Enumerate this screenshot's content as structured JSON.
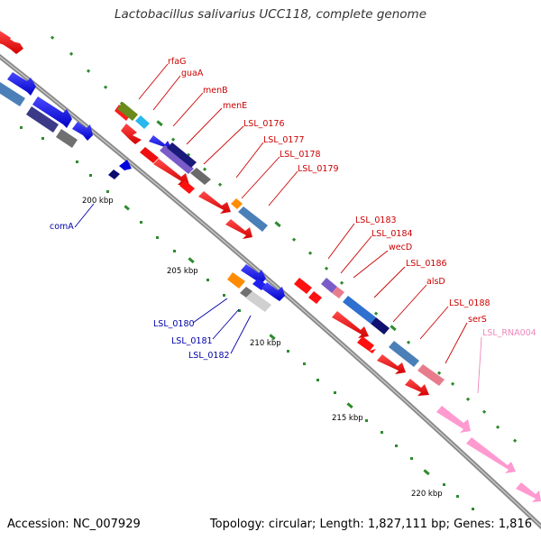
{
  "title": "Lactobacillus salivarius UCC118, complete genome",
  "footer": {
    "accession": "Accession: NC_007929",
    "summary": "Topology: circular; Length: 1,827,111 bp; Genes: 1,816"
  },
  "colors": {
    "backbone": "#8a8a8a",
    "tick": "#2e8b2e",
    "label_red": "#cc0000",
    "label_blue": "#0000aa",
    "label_pink": "#ee88bb",
    "kbp_text": "#000000"
  },
  "kbp_labels": [
    "200 kbp",
    "205 kbp",
    "210 kbp",
    "215 kbp",
    "220 kbp"
  ],
  "gene_labels": {
    "rfaG": "rfaG",
    "guaA": "guaA",
    "menB": "menB",
    "menE": "menE",
    "lsl0176": "LSL_0176",
    "lsl0177": "LSL_0177",
    "lsl0178": "LSL_0178",
    "lsl0179": "LSL_0179",
    "comA": "comA",
    "lsl0183": "LSL_0183",
    "lsl0184": "LSL_0184",
    "wecD": "wecD",
    "lsl0186": "LSL_0186",
    "alsD": "alsD",
    "lsl0188": "LSL_0188",
    "serS": "serS",
    "rna004": "LSL_RNA004",
    "lsl0180": "LSL_0180",
    "lsl0181": "LSL_0181",
    "lsl0182": "LSL_0182"
  }
}
